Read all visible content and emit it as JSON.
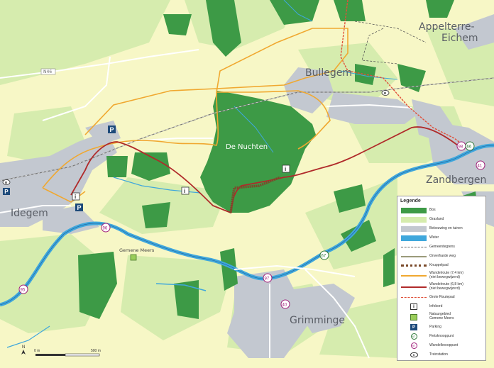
{
  "places": {
    "appelterre": "Appelterre-",
    "eichem": "Eichem",
    "bullegem": "Bullegem",
    "de_nuchten": "De Nuchten",
    "zandbergen": "Zandbergen",
    "idegem": "Idegem",
    "grimminge": "Grimminge",
    "gemene_meers": "Gemene Meers"
  },
  "road_labels": {
    "n46": "N46"
  },
  "node_numbers": {
    "n95": "95",
    "n96": "96",
    "n97": "97",
    "n40": "40",
    "n67": "67",
    "n98": "98",
    "n66": "66",
    "n41": "41"
  },
  "scale": {
    "north": "N",
    "zero": "0 m",
    "end": "500 m"
  },
  "legend": {
    "title": "Legende",
    "items": [
      {
        "label": "Bos",
        "symbol": "fill",
        "color": "#3d9a46"
      },
      {
        "label": "Grasland",
        "symbol": "fill",
        "color": "#d6ecae"
      },
      {
        "label": "Bebouwing en tuinen",
        "symbol": "fill",
        "color": "#c3c8d0"
      },
      {
        "label": "Water",
        "symbol": "fill",
        "color": "#3fa7dc"
      },
      {
        "label": "Gemeentegrens",
        "symbol": "dashed",
        "color": "#666666"
      },
      {
        "label": "Onverharde weg",
        "symbol": "line",
        "color": "#9a9a7a"
      },
      {
        "label": "Knuppelpad",
        "symbol": "plank",
        "color": "#7a4a2a"
      },
      {
        "label": "Wandelroute (7,4 km)",
        "label2": "(niet bewegwijzerd)",
        "symbol": "line",
        "color": "#f0a830"
      },
      {
        "label": "Wandelroute (6,8 km)",
        "label2": "(niet bewegwijzerd)",
        "symbol": "line",
        "color": "#b02a2a"
      },
      {
        "label": "Grote Routepad",
        "symbol": "dashed",
        "color": "#e0503a"
      },
      {
        "label": "Infobord",
        "symbol": "info"
      },
      {
        "label": "Natuurgebied",
        "label2": "Gemene Meers",
        "symbol": "nature"
      },
      {
        "label": "Parking",
        "symbol": "parking"
      },
      {
        "label": "Fietsknooppunt",
        "symbol": "bike",
        "num": "67"
      },
      {
        "label": "Wandelknooppunt",
        "symbol": "walk",
        "num": "97"
      },
      {
        "label": "Treinstation",
        "symbol": "train",
        "num": "B"
      }
    ]
  },
  "colors": {
    "forest": "#3d9a46",
    "grass": "#d6ecae",
    "light": "#f7f7c6",
    "built": "#c3c8d0",
    "water": "#3fa7dc",
    "route_orange": "#f0a830",
    "route_red": "#b02a2a",
    "gr": "#e0503a",
    "node_walk": "#a0207a",
    "node_bike": "#2f7a3a"
  }
}
